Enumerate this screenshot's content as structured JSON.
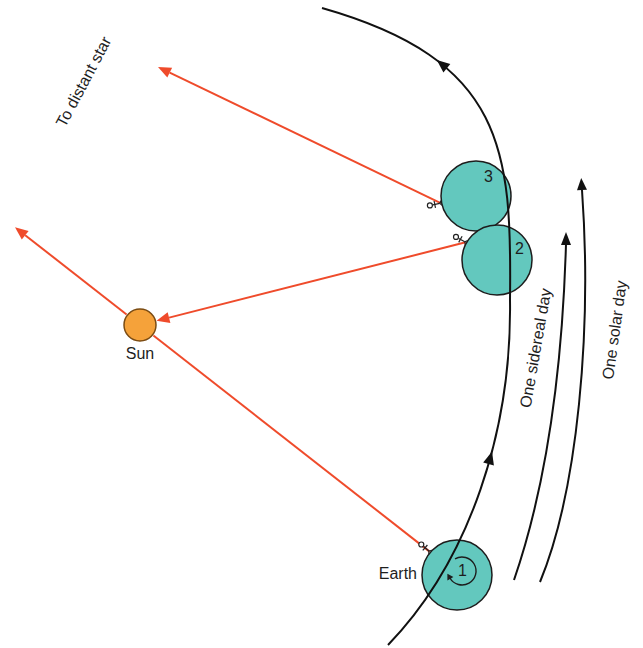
{
  "diagram": {
    "nodes": [
      {
        "text": [
          "3"
        ]
      },
      {
        "text": [
          "2"
        ]
      },
      {
        "text": [
          "Sun"
        ]
      },
      {
        "text": [
          "Earth",
          "1"
        ]
      }
    ],
    "edges": [
      {
        "from": 3,
        "to": 2,
        "arrow": "none"
      },
      {
        "from": 1,
        "to": 2,
        "arrow": "to"
      }
    ],
    "labels": [
      "To distant star",
      "One sidereal day",
      "One solar day"
    ]
  }
}
